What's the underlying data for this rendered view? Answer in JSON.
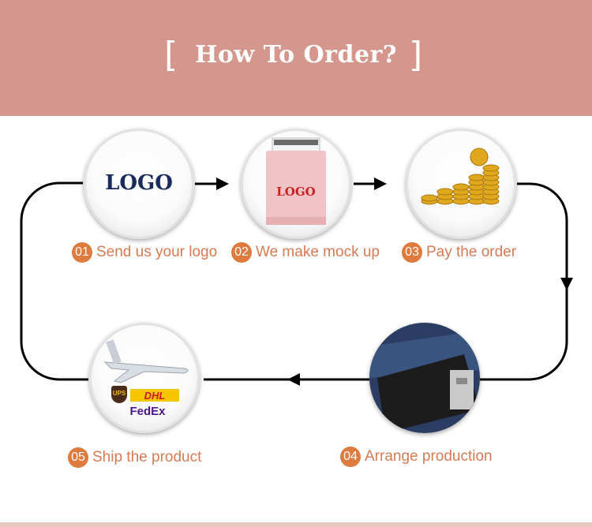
{
  "header": {
    "title": "How To Order?",
    "bracket_left": "[",
    "bracket_right": "]"
  },
  "steps": [
    {
      "num": "01",
      "label": "Send us your logo",
      "image_text": "LOGO"
    },
    {
      "num": "02",
      "label": "We make mock up",
      "image_text": "LOGO"
    },
    {
      "num": "03",
      "label": "Pay the order"
    },
    {
      "num": "04",
      "label": "Arrange production"
    },
    {
      "num": "05",
      "label": "Ship the product",
      "carriers": [
        "UPS",
        "DHL",
        "FedEx"
      ]
    }
  ],
  "colors": {
    "header_bg": "#d4968d",
    "label_text": "#d57a52",
    "number_badge": "#e07b3f",
    "flow_line": "#000000"
  }
}
